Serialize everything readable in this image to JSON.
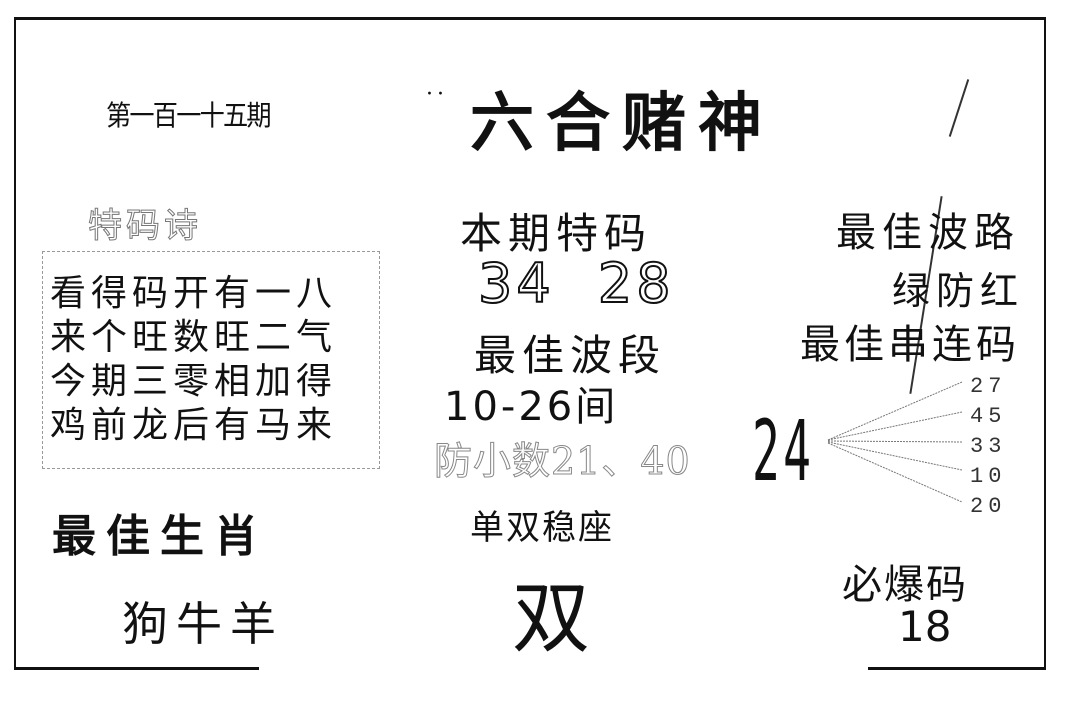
{
  "header": {
    "issue": "第一百一十五期",
    "dots": "··",
    "title": "六合赌神"
  },
  "poem": {
    "title": "特码诗",
    "lines": [
      "看得码开有一八",
      "来个旺数旺二气",
      "今期三零相加得",
      "鸡前龙后有马来"
    ]
  },
  "special_code": {
    "label": "本期特码",
    "numbers": "34  28"
  },
  "best_wave_segment": {
    "label": "最佳波段",
    "value": "10-26间",
    "guard_small": "防小数21、40"
  },
  "best_wave_route": {
    "label": "最佳波路",
    "value": "绿防红"
  },
  "best_chain": {
    "label": "最佳串连码",
    "base": "24",
    "branches": [
      "27",
      "45",
      "33",
      "10",
      "20"
    ]
  },
  "best_zodiac": {
    "label": "最佳生肖",
    "value": "狗牛羊"
  },
  "odd_even": {
    "label": "单双稳座",
    "value": "双"
  },
  "must_hit": {
    "label": "必爆码",
    "value": "18"
  }
}
